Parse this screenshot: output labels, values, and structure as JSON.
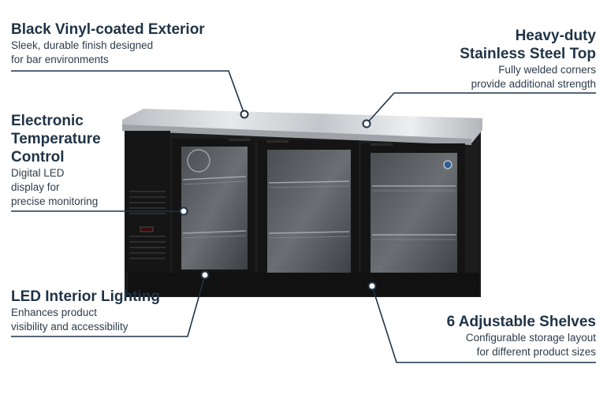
{
  "callouts": {
    "exterior": {
      "title": "Black Vinyl-coated Exterior",
      "desc_line1": "Sleek, durable finish designed",
      "desc_line2": "for bar environments"
    },
    "top": {
      "title_line1": "Heavy-duty",
      "title_line2": "Stainless Steel Top",
      "desc_line1": "Fully welded corners",
      "desc_line2": "provide additional strength"
    },
    "temperature": {
      "title_line1": "Electronic",
      "title_line2": "Temperature",
      "title_line3": "Control",
      "desc_line1": "Digital LED",
      "desc_line2": "display for",
      "desc_line3": "precise monitoring"
    },
    "lighting": {
      "title": "LED Interior Lighting",
      "desc_line1": "Enhances product",
      "desc_line2": "visibility and accessibility"
    },
    "shelves": {
      "title": "6 Adjustable Shelves",
      "desc_line1": "Configurable storage layout",
      "desc_line2": "for different product sizes"
    }
  },
  "colors": {
    "line": "#1f3346",
    "steel": "#c9ccd0",
    "cabinet": "#1b1b1c",
    "glass": "#3a3d40"
  },
  "icons": {
    "brand": "brand-badge-icon"
  }
}
